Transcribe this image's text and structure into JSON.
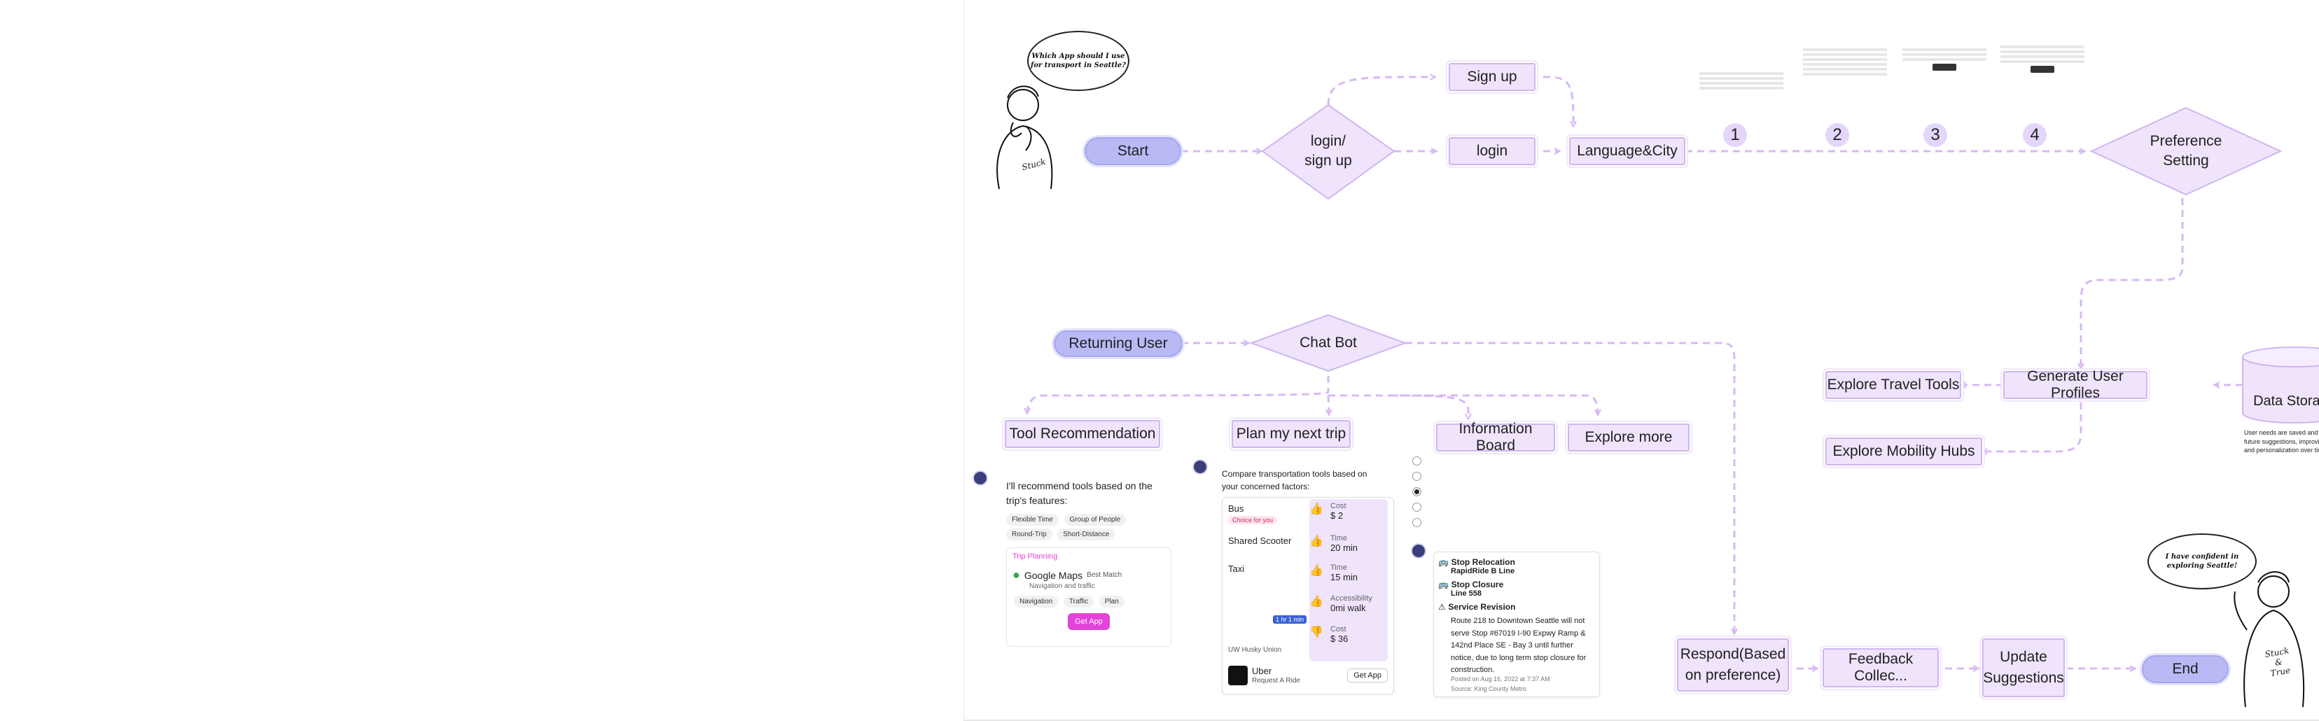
{
  "nodes": {
    "start": "Start",
    "login_signup": "login/\nsign up",
    "sign_up": "Sign up",
    "login": "login",
    "language_city": "Language&City",
    "preference_setting": "Preference\nSetting",
    "returning_user": "Returning User",
    "chat_bot": "Chat Bot",
    "tool_recommendation": "Tool Recommendation",
    "plan_trip": "Plan my next trip",
    "information_board": "Information Board",
    "explore_more": "Explore more",
    "explore_travel_tools": "Explore Travel Tools",
    "generate_profiles": "Generate User Profiles",
    "data_storage": "Data Storage",
    "explore_mobility_hubs": "Explore Mobility Hubs",
    "respond": "Respond(Based\non preference)",
    "feedback": "Feedback Collec...",
    "update_suggestions": "Update\nSuggestions",
    "end": "End"
  },
  "steps": [
    "1",
    "2",
    "3",
    "4"
  ],
  "thoughts": {
    "start_bubble": "Which App should I use\nfor transport in Seattle?",
    "end_bubble": "I have confident in\nexploring Seattle!",
    "start_shirt": "Stuck",
    "end_shirt": "Stuck\n&\nTrue"
  },
  "data_storage_note": "User needs are saved and utilized for future suggestions, improving accuracy and personalization over time.",
  "tool_card": {
    "intro": "I'll recommend tools based on the trip's features:",
    "chips": [
      "Flexible Time",
      "Group of People",
      "Round-Trip",
      "Short-Distance"
    ],
    "section": "Trip Planning",
    "app_name": "Google Maps",
    "badge": "Best Match",
    "app_desc": "Navigation and traffic",
    "tags": [
      "Navigation",
      "Traffic",
      "Plan"
    ],
    "cta": "Get App"
  },
  "plan_card": {
    "intro": "Compare transportation tools based on your concerned factors:",
    "rows": [
      {
        "mode": "Bus",
        "note": "Choice for you",
        "metric": "Cost",
        "value": "$ 2"
      },
      {
        "mode": "Shared Scooter",
        "metric": "Time",
        "value": "20 min"
      },
      {
        "mode": "Taxi",
        "metric": "Time",
        "value": "15 min"
      }
    ],
    "extra_metrics": [
      {
        "metric": "Accessibility",
        "value": "0mi walk"
      },
      {
        "metric": "Cost",
        "value": "$ 36"
      }
    ],
    "map_label": "UW Husky Union",
    "map_chip": "1 hr 1 min",
    "provider": "Uber",
    "provider_sub": "Request A Ride",
    "cta": "Get App"
  },
  "info_card": {
    "alerts": [
      {
        "title": "Stop Relocation",
        "sub": "RapidRide B Line"
      },
      {
        "title": "Stop Closure",
        "sub": "Line 558"
      },
      {
        "title": "Service Revision",
        "sub": ""
      }
    ],
    "body": "Route 218 to Downtown Seattle will not serve Stop #67019 I-90 Expwy Ramp & 142nd Place SE - Bay 3 until further notice, due to long term stop closure for construction.",
    "posted": "Posted on Aug 16, 2022 at 7:37 AM",
    "source": "Source: King County Metro"
  },
  "colors": {
    "node_fill": "#efe4fb",
    "node_border": "#cfb6f0",
    "pill_fill": "#b9b9f6",
    "edge": "#d8b8f4",
    "accent_pink": "#e243d8"
  }
}
